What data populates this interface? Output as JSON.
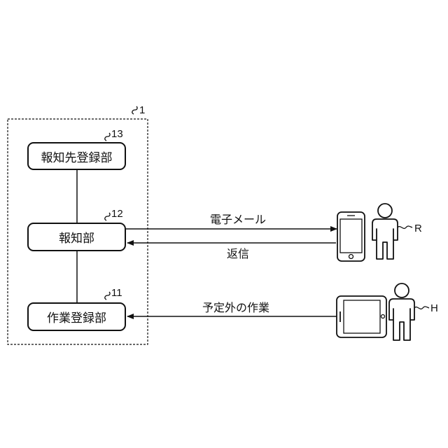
{
  "system": {
    "ref": "1"
  },
  "blocks": [
    {
      "id": "notify_dest_register",
      "label": "報知先登録部",
      "ref": "13"
    },
    {
      "id": "notify",
      "label": "報知部",
      "ref": "12"
    },
    {
      "id": "task_register",
      "label": "作業登録部",
      "ref": "11"
    }
  ],
  "arrows": {
    "email": "電子メール",
    "reply": "返信",
    "unscheduled_task": "予定外の作業"
  },
  "persons": {
    "r": {
      "ref": "R"
    },
    "h": {
      "ref": "H"
    }
  },
  "icons": {
    "smartphone": "smartphone-icon",
    "tablet": "tablet-icon",
    "person": "person-icon"
  }
}
